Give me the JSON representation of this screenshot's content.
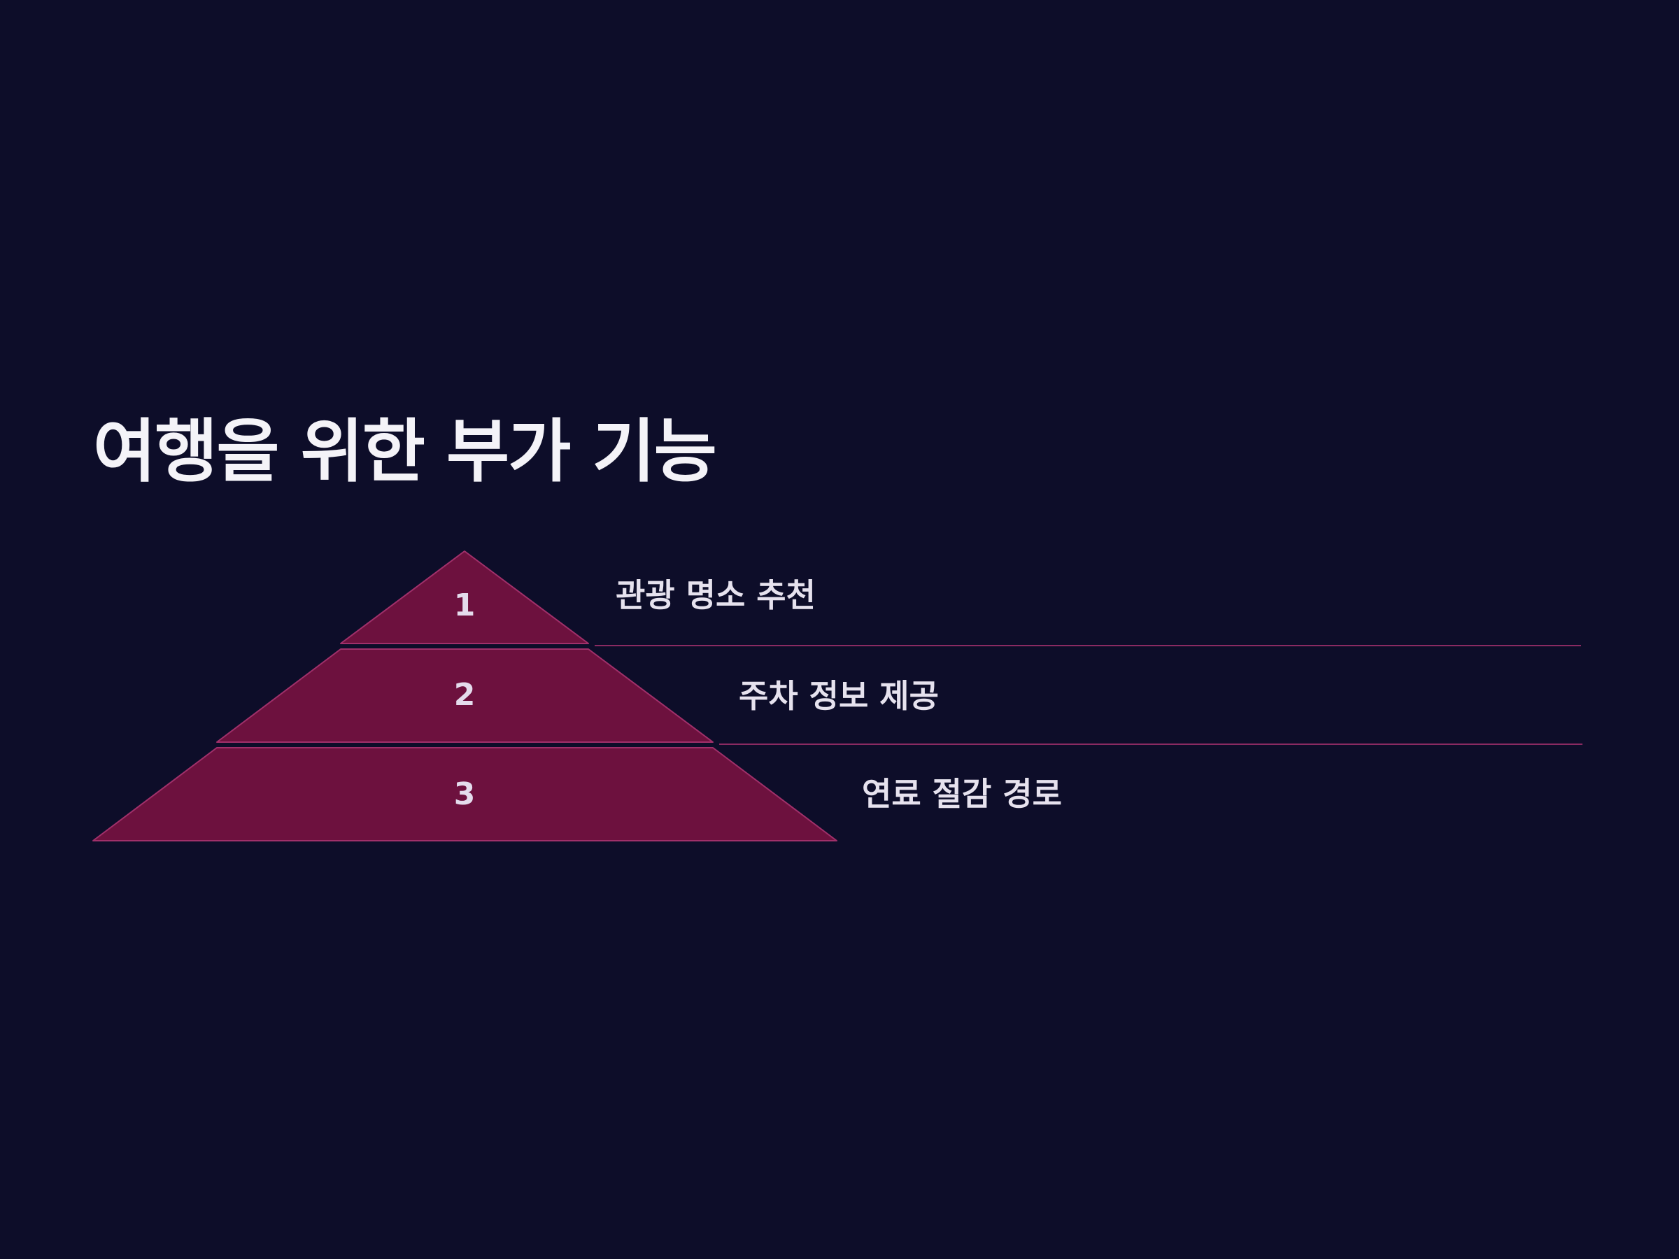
{
  "title": "여행을 위한 부가 기능",
  "colors": {
    "background": "#0d0d29",
    "tier_fill": "#6d113e",
    "tier_stroke": "#a0306a",
    "divider": "#8a2a62",
    "text": "#f4f3f8"
  },
  "tiers": [
    {
      "number": "1",
      "label": "관광 명소 추천"
    },
    {
      "number": "2",
      "label": "주차 정보 제공"
    },
    {
      "number": "3",
      "label": "연료 절감 경로"
    }
  ]
}
